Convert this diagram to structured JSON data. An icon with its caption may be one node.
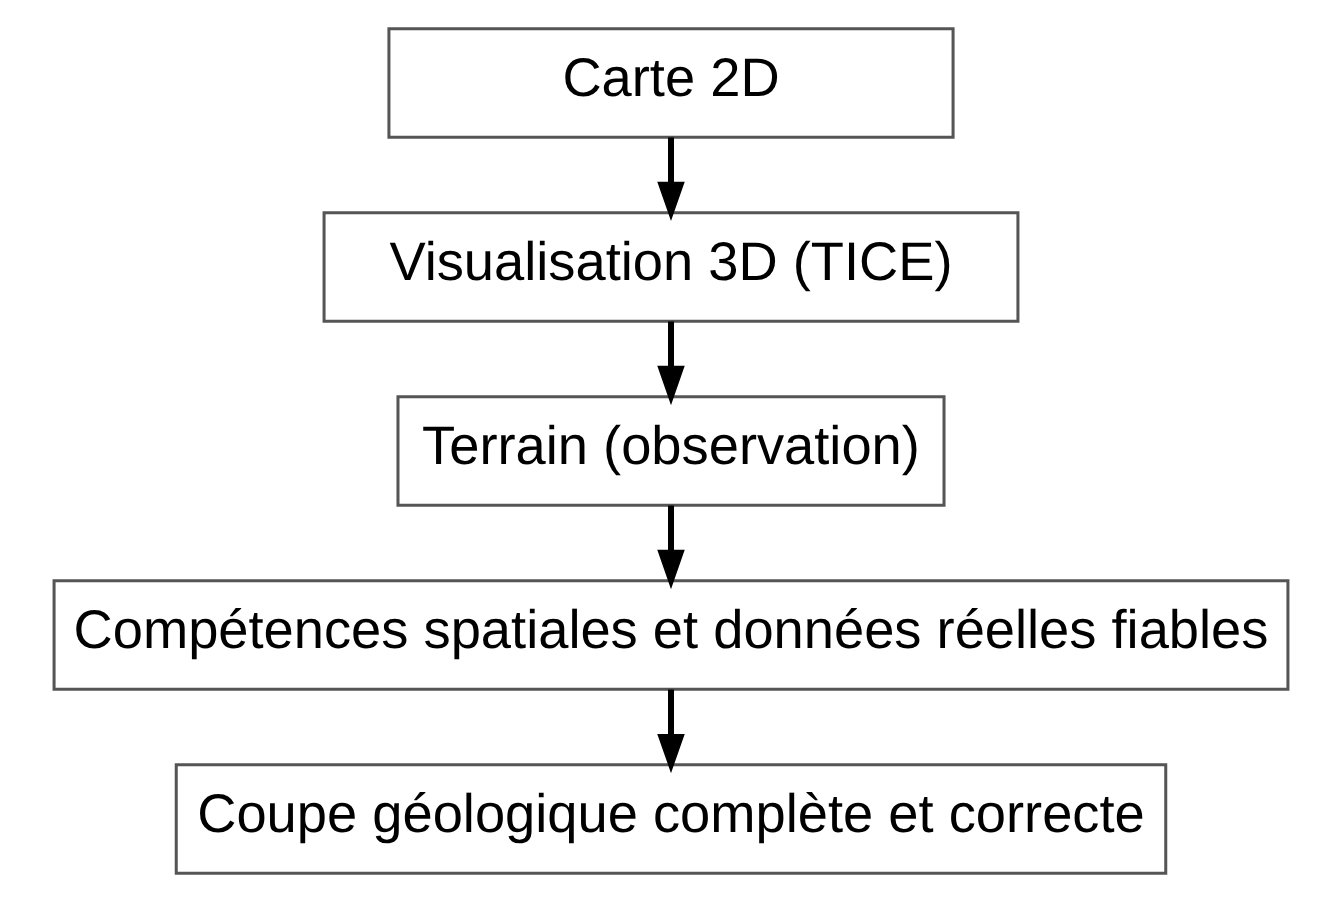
{
  "diagram": {
    "nodes": [
      {
        "text": [
          "Carte 2D"
        ]
      },
      {
        "text": [
          "Visualisation 3D (TICE)"
        ]
      },
      {
        "text": [
          "Terrain (observation)"
        ]
      },
      {
        "text": [
          "Compétences spatiales et données réelles fiables"
        ]
      },
      {
        "text": [
          "Coupe géologique complète et correcte"
        ]
      }
    ],
    "edges": [
      {
        "from": 0,
        "to": 1,
        "arrow": "to"
      },
      {
        "from": 1,
        "to": 2,
        "arrow": "to"
      },
      {
        "from": 2,
        "to": 3,
        "arrow": "to"
      },
      {
        "from": 3,
        "to": 4,
        "arrow": "to"
      }
    ]
  }
}
